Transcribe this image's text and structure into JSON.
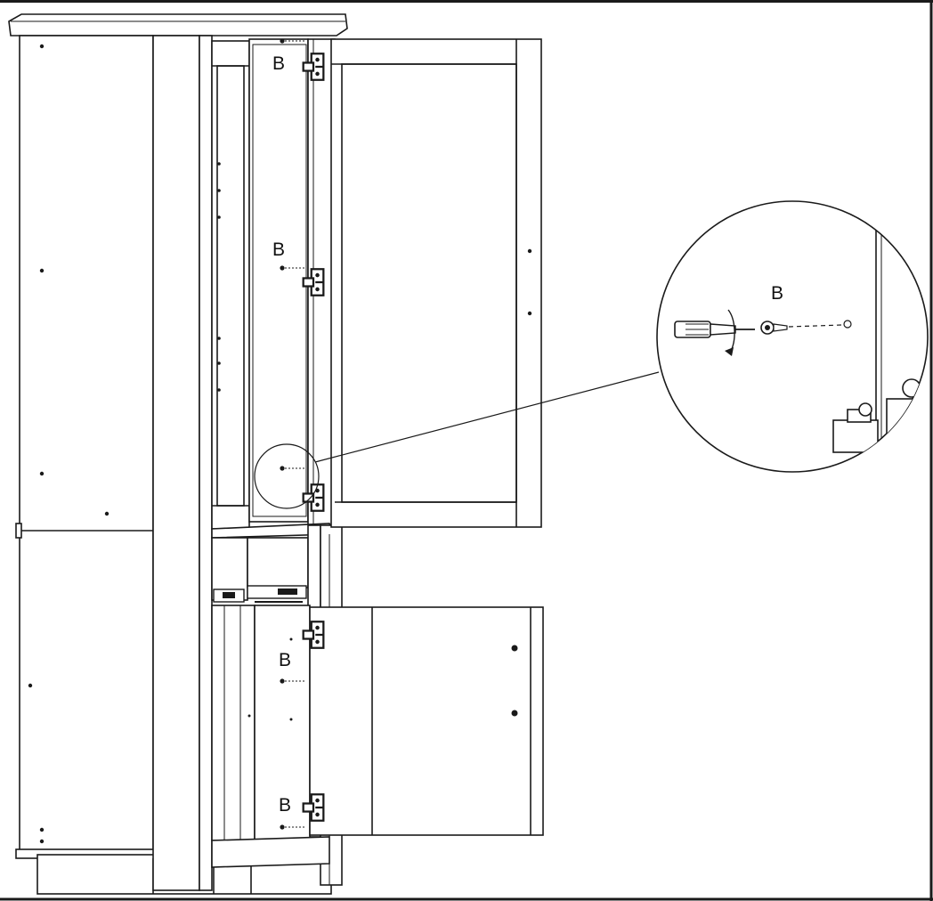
{
  "diagram": {
    "part_label": "B",
    "callouts": [
      "B",
      "B",
      "B",
      "B"
    ],
    "detail": {
      "label": "B",
      "tool": "screwdriver-icon",
      "part": "screw-b-icon",
      "motion": "clockwise-rotation-arrow"
    },
    "colors": {
      "line": "#1a1a1a",
      "panel": "#ffffff",
      "shade": "#eeeeee"
    }
  }
}
